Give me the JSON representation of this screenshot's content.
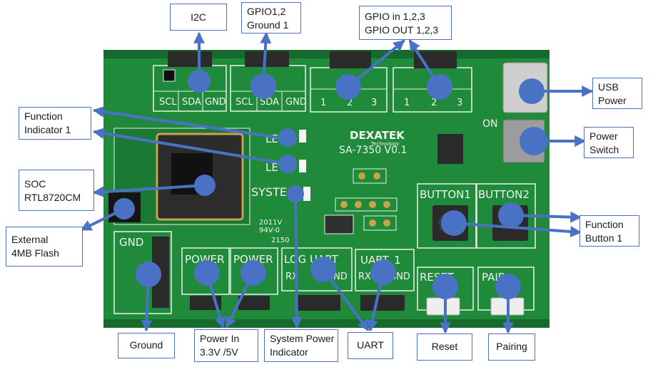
{
  "colors": {
    "background": "#ffffff",
    "pcb_green": "#1e8a3a",
    "pcb_dark": "#166b2c",
    "silkscreen": "#f2f2f2",
    "marker_blue": "#4a72c4",
    "callout_border": "#4f71be"
  },
  "callouts": {
    "i2c": [
      "I2C"
    ],
    "gpio12_ground": [
      "GPIO1,2",
      "Ground 1"
    ],
    "gpio_in_out": [
      "GPIO in 1,2,3",
      "GPIO OUT 1,2,3"
    ],
    "function_indicator": [
      "Function",
      "Indicator 1"
    ],
    "soc": [
      "SOC",
      "RTL8720CM"
    ],
    "external_flash": [
      "External",
      "4MB Flash"
    ],
    "usb_power": [
      "USB",
      "Power"
    ],
    "power_switch": [
      "Power",
      "Switch"
    ],
    "function_button": [
      "Function",
      "Button 1"
    ],
    "ground": [
      "Ground"
    ],
    "power_in": [
      "Power In",
      "3.3V /5V"
    ],
    "system_power_indicator": [
      "System Power",
      "Indicator"
    ],
    "uart": [
      "UART"
    ],
    "reset": [
      "Reset"
    ],
    "pairing": [
      "Pairing"
    ]
  },
  "silkscreen": {
    "i2c_pins": [
      "SCL",
      "SDA",
      "GND"
    ],
    "gpio_pins": [
      "1",
      "2",
      "3"
    ],
    "brand": "DEXATEK",
    "brand_sub": "Technology",
    "model": "SA-7350 V0.1",
    "on": "ON",
    "led1": "LE",
    "led2": "LE",
    "system": "SYSTE",
    "button1": "BUTTON1",
    "button2": "BUTTON2",
    "power": "POWER",
    "log_uart": "LOG UART",
    "uart1": "UART_1",
    "rx": "RX",
    "gnd": "GND",
    "reset": "RESET",
    "pair": "PAIR",
    "gnd_header": "GND",
    "date_code": "2011V",
    "date_code2": "94V-0",
    "lot": "2150"
  }
}
